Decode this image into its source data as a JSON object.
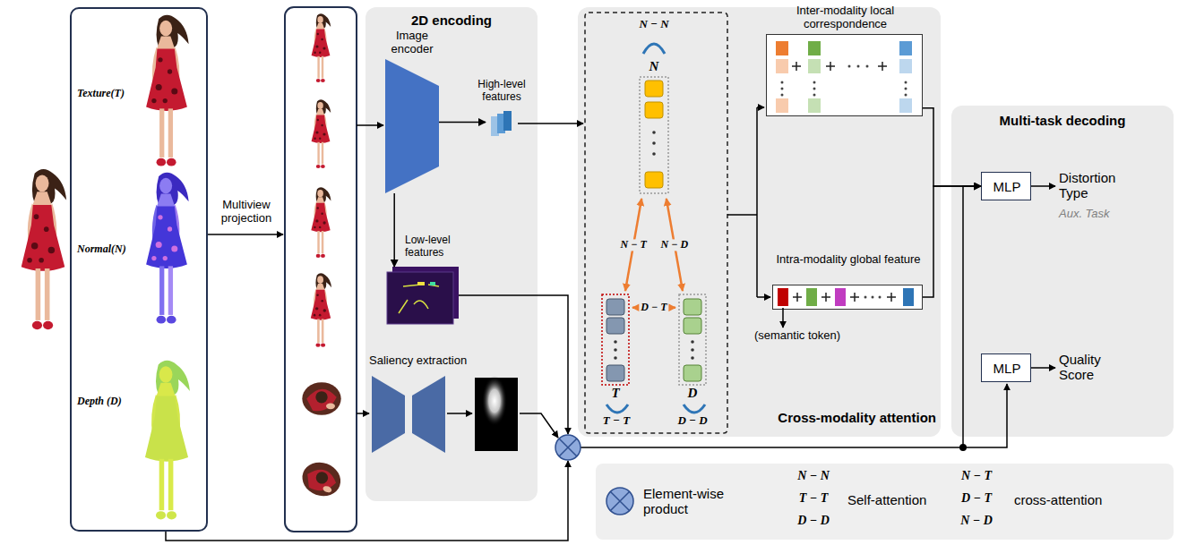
{
  "diagram": {
    "nodes": [
      {
        "text": [
          "Texture(T)",
          "Normal(N)",
          "Depth (D)"
        ]
      },
      {
        "text": [
          "2D encoding"
        ]
      },
      {
        "text": [
          "Image encoder"
        ],
        "in": 1
      },
      {
        "text": [
          "High-level features"
        ],
        "in": 1
      },
      {
        "text": [
          "Low-level features"
        ],
        "in": 1
      },
      {
        "text": [
          "Saliency extraction"
        ],
        "in": 1
      },
      {
        "text": [
          "Cross-modality attention"
        ]
      },
      {
        "text": [
          "N"
        ],
        "in": 6
      },
      {
        "text": [
          "T"
        ],
        "in": 6
      },
      {
        "text": [
          "D"
        ],
        "in": 6
      },
      {
        "text": [
          "Inter-modality local correspondence"
        ],
        "in": 6
      },
      {
        "text": [
          "Intra-modality global feature"
        ],
        "in": 6
      },
      {
        "text": [
          "Multi-task decoding"
        ]
      },
      {
        "text": [
          "MLP"
        ],
        "in": 12
      },
      {
        "text": [
          "MLP"
        ],
        "in": 12
      }
    ],
    "edges": [
      {
        "from": 2,
        "to": 3,
        "arrow": "to"
      },
      {
        "from": 2,
        "to": 4,
        "arrow": "to"
      },
      {
        "from": 7,
        "to": 8,
        "label": "N − T",
        "arrow": "both"
      },
      {
        "from": 7,
        "to": 9,
        "label": "N − D",
        "arrow": "both"
      },
      {
        "from": 9,
        "to": 8,
        "label": "D − T",
        "arrow": "both"
      },
      {
        "from": 10,
        "to": 13,
        "arrow": "to"
      },
      {
        "from": 11,
        "to": 13,
        "arrow": "to"
      }
    ],
    "labels": [
      "Multiview projection",
      "N − N",
      "T − T",
      "D − D",
      "(semantic token)",
      "Distortion Type",
      "Aux. Task",
      "Quality Score",
      "N − N",
      "T − T",
      "D − D",
      "N − T",
      "D − T",
      "N − D"
    ],
    "legend": [
      {
        "text": "Element-wise product"
      },
      {
        "text": "Self-attention"
      },
      {
        "text": "cross-attention"
      }
    ]
  }
}
